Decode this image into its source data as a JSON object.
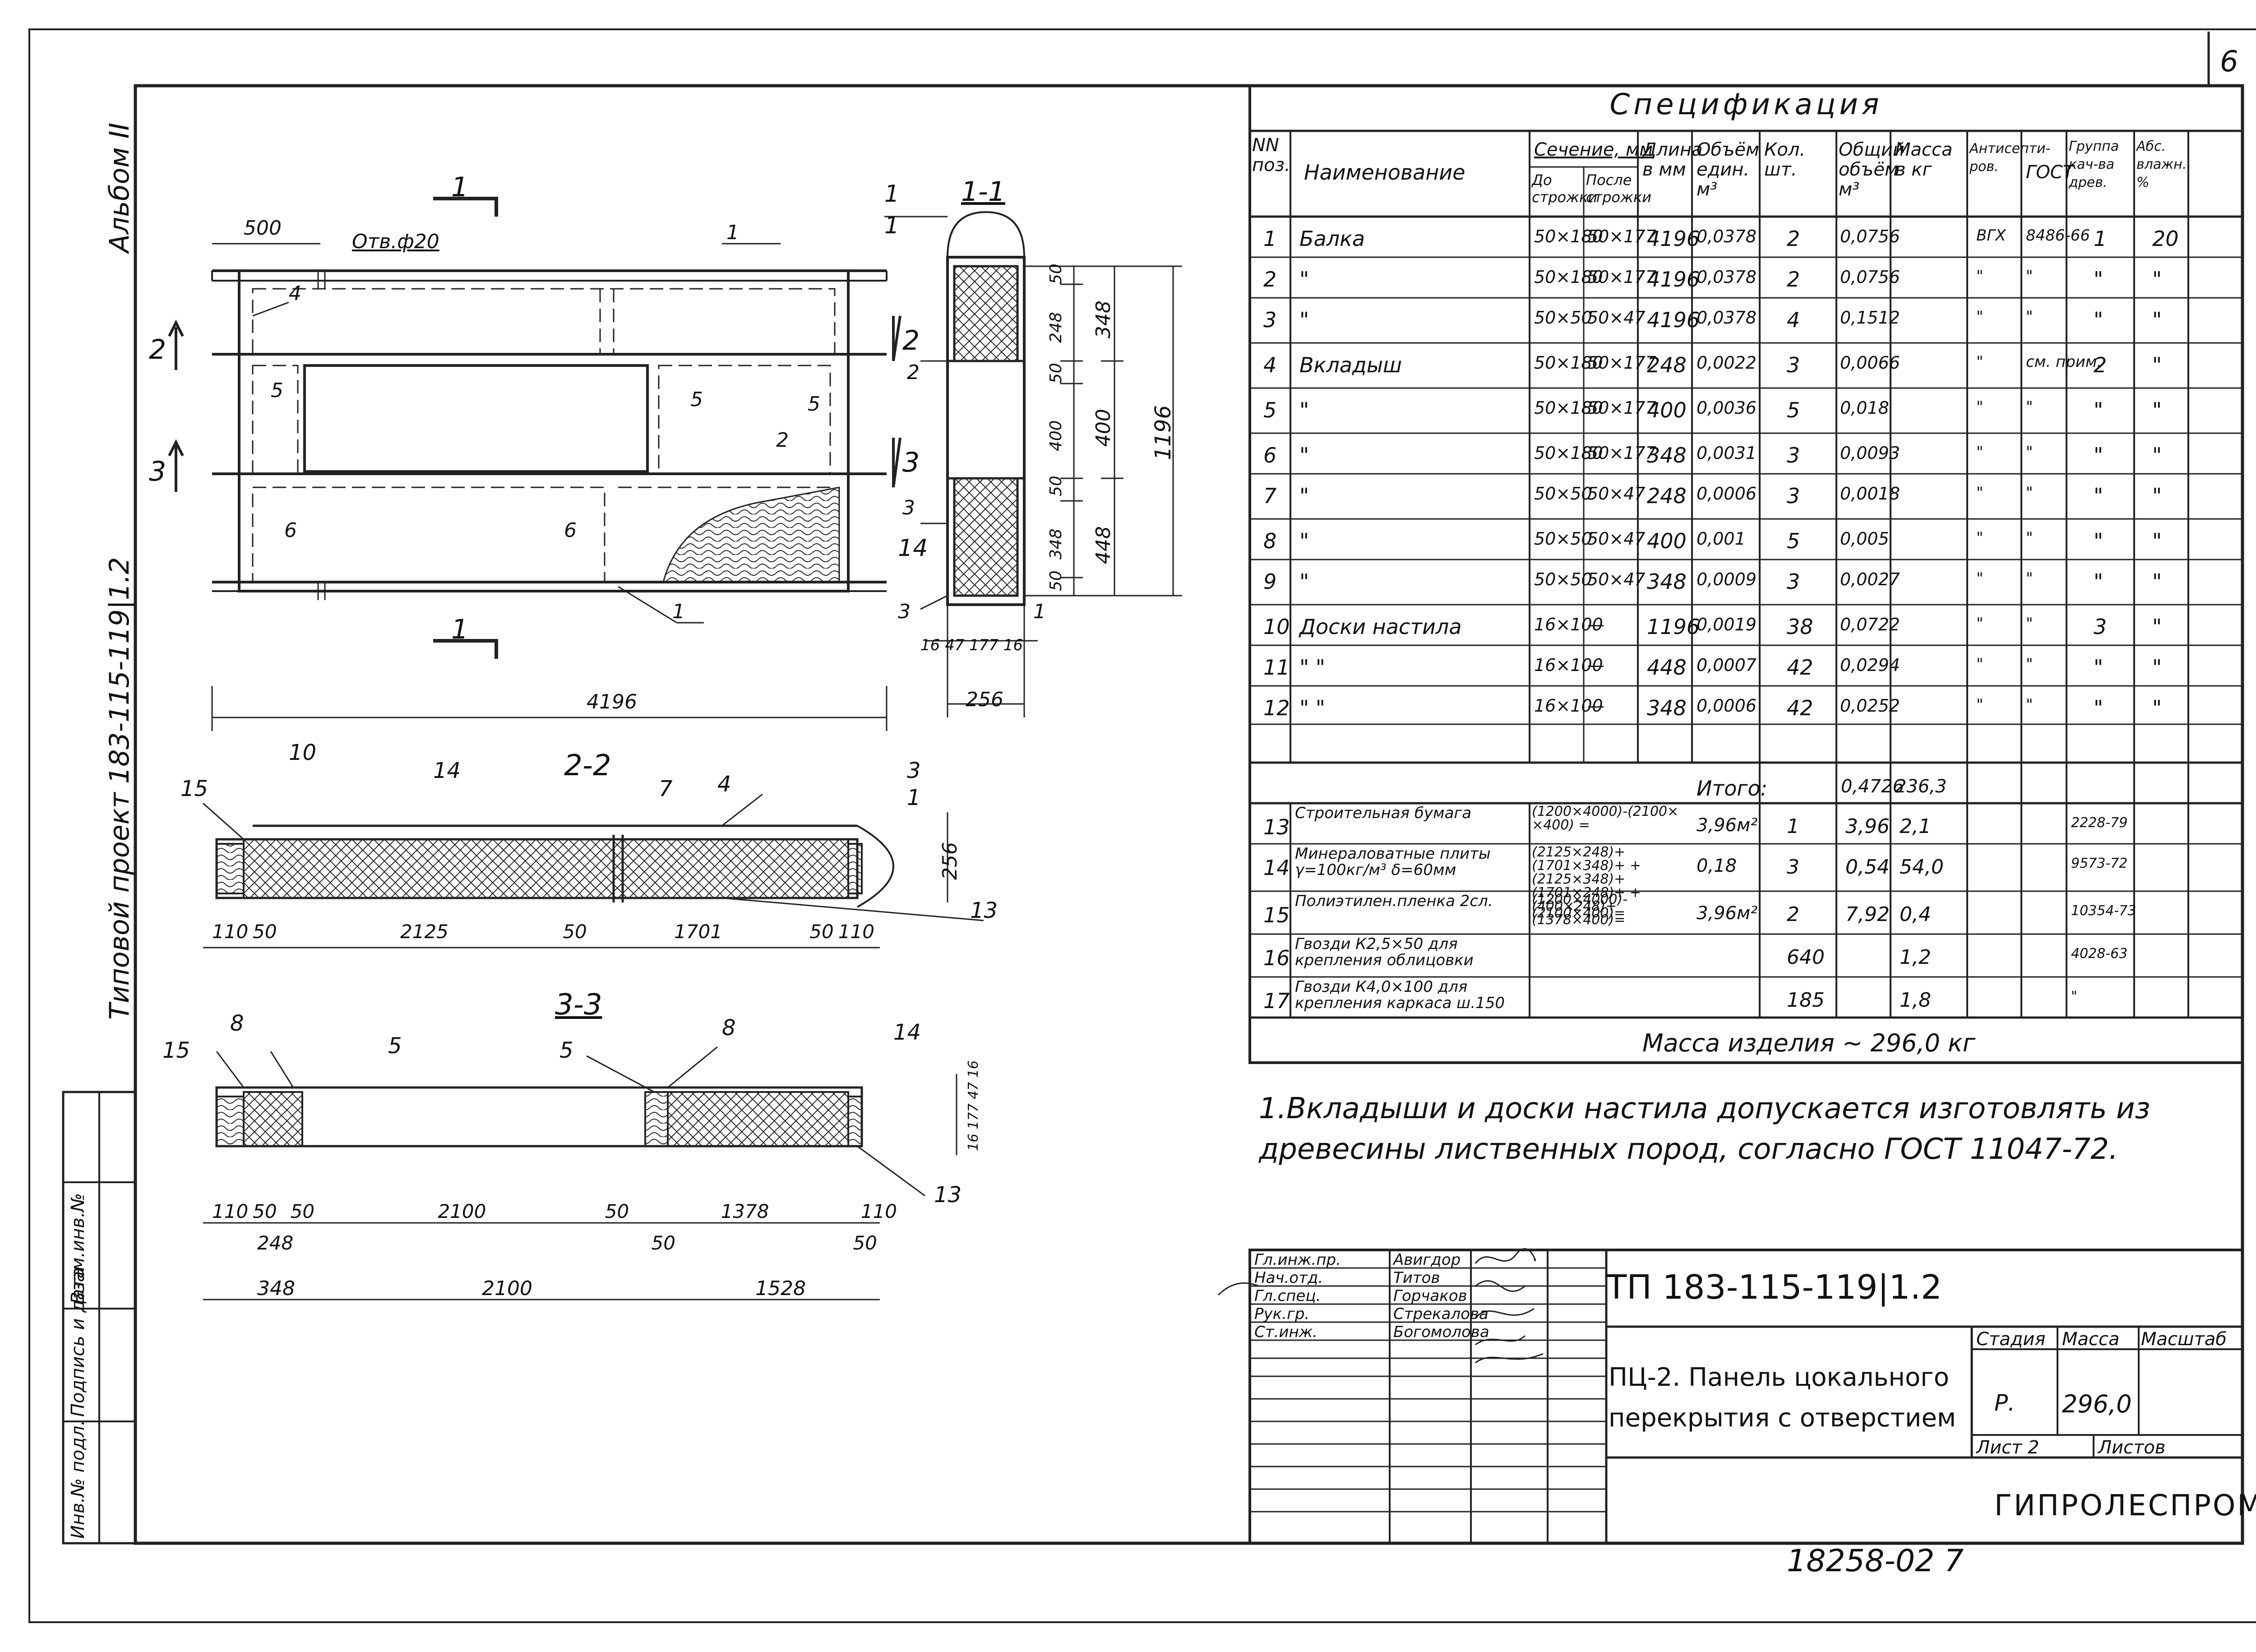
{
  "sheet": {
    "number": "6",
    "album": "Альбом II",
    "project": "Типовой проект 183-115-119|1.2",
    "footer_code": "18258-02 7",
    "side_stamps": [
      "Инв.№ подл.",
      "Подпись и дата",
      "Взам.инв.№"
    ]
  },
  "drawing": {
    "labels": {
      "hole": "Отв.ф20",
      "dim_500": "500",
      "dim_4196": "4196",
      "dim_256": "256",
      "dim_1196": "1196",
      "dims_v": [
        "50",
        "248",
        "50",
        "400",
        "50",
        "348",
        "50"
      ],
      "dims_v2": [
        "348",
        "400",
        "448"
      ],
      "dims_h_section": [
        "16",
        "47",
        "177",
        "16"
      ],
      "section_1_1": "1-1",
      "section_2_2": "2-2",
      "section_3_3": "3-3",
      "cut_1": "1",
      "cut_2": "2",
      "cut_3": "3",
      "pos_1": "1",
      "pos_2": "2",
      "pos_3": "3",
      "pos_4": "4",
      "pos_5": "5",
      "pos_6": "6",
      "pos_7": "7",
      "pos_8": "8",
      "pos_10": "10",
      "pos_13": "13",
      "pos_14": "14",
      "pos_15": "15",
      "dims_22": [
        "110",
        "50",
        "2125",
        "50",
        "1701",
        "50",
        "110"
      ],
      "dims_33a": [
        "110",
        "50",
        "50",
        "2100",
        "50",
        "1378",
        "110"
      ],
      "dims_33b": [
        "248",
        "50",
        "50"
      ],
      "dims_33c": [
        "348",
        "2100",
        "1528"
      ],
      "dims_33v": [
        "16",
        "177",
        "47",
        "16"
      ]
    }
  },
  "spec": {
    "title": "Спецификация",
    "headers": {
      "nn": "NN поз.",
      "name": "Наименование",
      "section": "Сечение, мм",
      "before": "До строжки",
      "after": "После строжки",
      "length": "Длина в мм",
      "vol_unit": "Объём един. м³",
      "qty": "Кол. шт.",
      "vol_total": "Общий объём м³",
      "mass": "Масса в кг",
      "antisept": "Антисепти-ров.",
      "gost": "ГОСТ",
      "group": "Группа кач-ва древ.",
      "moisture": "Абс. влажн. %"
    },
    "rows": [
      {
        "n": "1",
        "name": "Балка",
        "before": "50×180",
        "after": "50×177",
        "len": "4196",
        "vu": "0,0378",
        "qty": "2",
        "vt": "0,0756",
        "mass": "",
        "ant": "ВГХ",
        "gost": "8486-66",
        "grp": "1",
        "hum": "20"
      },
      {
        "n": "2",
        "name": "\"",
        "before": "50×180",
        "after": "50×177",
        "len": "4196",
        "vu": "0,0378",
        "qty": "2",
        "vt": "0,0756",
        "mass": "",
        "ant": "\"",
        "gost": "\"",
        "grp": "\"",
        "hum": "\""
      },
      {
        "n": "3",
        "name": "\"",
        "before": "50×50",
        "after": "50×47",
        "len": "4196",
        "vu": "0,0378",
        "qty": "4",
        "vt": "0,1512",
        "mass": "",
        "ant": "\"",
        "gost": "\"",
        "grp": "\"",
        "hum": "\""
      },
      {
        "n": "4",
        "name": "Вкладыш",
        "before": "50×180",
        "after": "50×177",
        "len": "248",
        "vu": "0,0022",
        "qty": "3",
        "vt": "0,0066",
        "mass": "",
        "ant": "\"",
        "gost": "см. прим.",
        "grp": "2",
        "hum": "\""
      },
      {
        "n": "5",
        "name": "\"",
        "before": "50×180",
        "after": "50×177",
        "len": "400",
        "vu": "0,0036",
        "qty": "5",
        "vt": "0,018",
        "mass": "",
        "ant": "\"",
        "gost": "\"",
        "grp": "\"",
        "hum": "\""
      },
      {
        "n": "6",
        "name": "\"",
        "before": "50×180",
        "after": "50×177",
        "len": "348",
        "vu": "0,0031",
        "qty": "3",
        "vt": "0,0093",
        "mass": "",
        "ant": "\"",
        "gost": "\"",
        "grp": "\"",
        "hum": "\""
      },
      {
        "n": "7",
        "name": "\"",
        "before": "50×50",
        "after": "50×47",
        "len": "248",
        "vu": "0,0006",
        "qty": "3",
        "vt": "0,0018",
        "mass": "",
        "ant": "\"",
        "gost": "\"",
        "grp": "\"",
        "hum": "\""
      },
      {
        "n": "8",
        "name": "\"",
        "before": "50×50",
        "after": "50×47",
        "len": "400",
        "vu": "0,001",
        "qty": "5",
        "vt": "0,005",
        "mass": "",
        "ant": "\"",
        "gost": "\"",
        "grp": "\"",
        "hum": "\""
      },
      {
        "n": "9",
        "name": "\"",
        "before": "50×50",
        "after": "50×47",
        "len": "348",
        "vu": "0,0009",
        "qty": "3",
        "vt": "0,0027",
        "mass": "",
        "ant": "\"",
        "gost": "\"",
        "grp": "\"",
        "hum": "\""
      },
      {
        "n": "10",
        "name": "Доски настила",
        "before": "16×100",
        "after": "—",
        "len": "1196",
        "vu": "0,0019",
        "qty": "38",
        "vt": "0,0722",
        "mass": "",
        "ant": "\"",
        "gost": "\"",
        "grp": "3",
        "hum": "\""
      },
      {
        "n": "11",
        "name": "\"       \"",
        "before": "16×100",
        "after": "—",
        "len": "448",
        "vu": "0,0007",
        "qty": "42",
        "vt": "0,0294",
        "mass": "",
        "ant": "\"",
        "gost": "\"",
        "grp": "\"",
        "hum": "\""
      },
      {
        "n": "12",
        "name": "\"       \"",
        "before": "16×100",
        "after": "—",
        "len": "348",
        "vu": "0,0006",
        "qty": "42",
        "vt": "0,0252",
        "mass": "",
        "ant": "\"",
        "gost": "\"",
        "grp": "\"",
        "hum": "\""
      }
    ],
    "total": {
      "label": "Итого:",
      "vt": "0,4726",
      "mass": "236,3"
    },
    "extra_rows": [
      {
        "n": "13",
        "name": "Строительная бумага",
        "sec": "(1200×4000)-(2100× ×400) =",
        "vu": "3,96м²",
        "qty": "1",
        "vt": "3,96",
        "mass": "2,1",
        "gost": "2228-79"
      },
      {
        "n": "14",
        "name": "Минераловатные плиты γ=100кг/м³ δ=60мм",
        "sec": "(2125×248)+(1701×348)+ +(2125×348)+(1701×248)+ +(400×248)+(1378×400)=",
        "vu": "0,18",
        "qty": "3",
        "vt": "0,54",
        "mass": "54,0",
        "gost": "9573-72"
      },
      {
        "n": "15",
        "name": "Полиэтилен.пленка 2сл.",
        "sec": "(1200×4000)-(2100×400)=",
        "vu": "3,96м²",
        "qty": "2",
        "vt": "7,92",
        "mass": "0,4",
        "gost": "10354-73"
      },
      {
        "n": "16",
        "name": "Гвозди К2,5×50 для крепления облицовки",
        "sec": "",
        "vu": "",
        "qty": "640",
        "vt": "",
        "mass": "1,2",
        "gost": "4028-63"
      },
      {
        "n": "17",
        "name": "Гвозди К4,0×100 для крепления каркаса ш.150",
        "sec": "",
        "vu": "",
        "qty": "185",
        "vt": "",
        "mass": "1,8",
        "gost": "\""
      }
    ],
    "product_mass": "Масса изделия  ∼  296,0 кг"
  },
  "notes": {
    "line1": "1.Вкладыши и доски настила допускается изготовлять из",
    "line2": "древесины лиственных пород, согласно ГОСТ 11047-72."
  },
  "titleblock": {
    "roles": [
      "Гл.инж.пр.",
      "Нач.отд.",
      "Гл.спец.",
      "Рук.гр.",
      "Ст.инж."
    ],
    "names": [
      "Авигдор",
      "Титов",
      "Горчаков",
      "Стрекалова",
      "Богомолова"
    ],
    "code": "ТП 183-115-119|1.2",
    "title1": "ПЦ-2. Панель цокального",
    "title2": "перекрытия с отверстием",
    "stage_h": "Стадия",
    "mass_h": "Масса",
    "scale_h": "Масштаб",
    "stage": "Р.",
    "mass": "296,0",
    "sheet_h": "Лист 2",
    "sheets_h": "Листов",
    "org": "ГИПРОЛЕСПРОМ"
  }
}
